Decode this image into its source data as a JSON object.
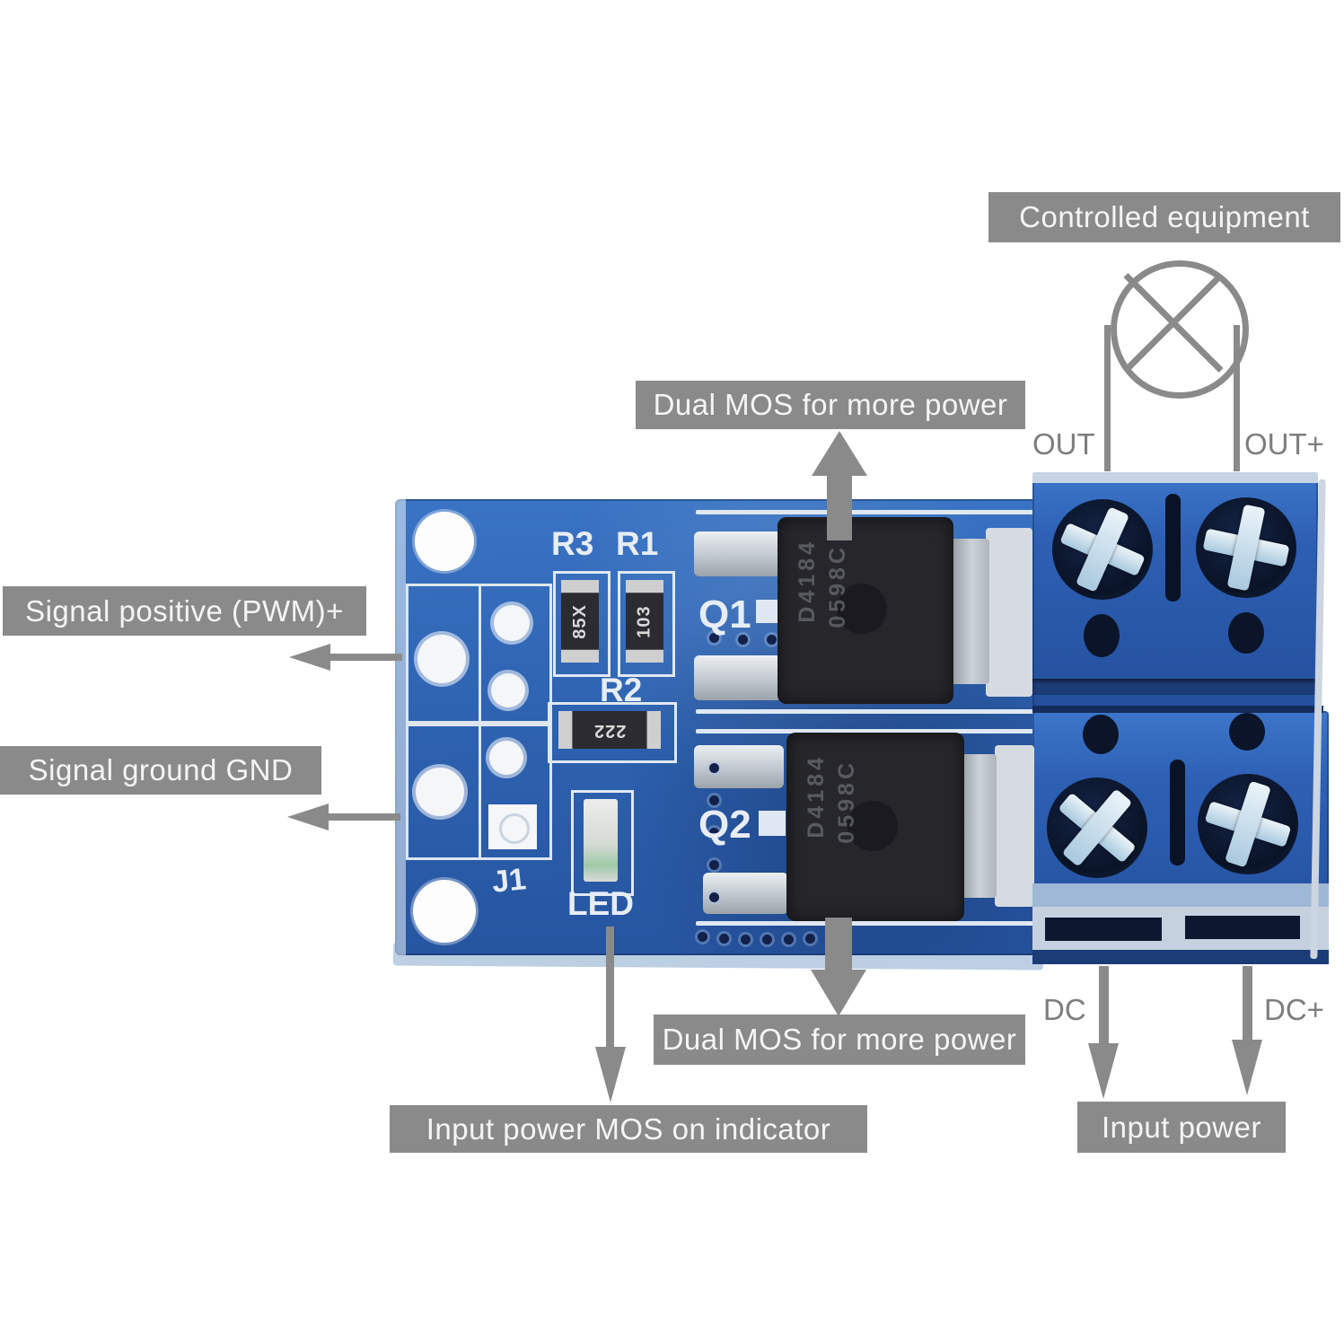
{
  "callouts": {
    "controlled_equipment": "Controlled equipment",
    "dual_mos_top": "Dual MOS for more power",
    "signal_positive": "Signal positive (PWM)+",
    "signal_ground": "Signal ground GND",
    "dual_mos_bottom": "Dual MOS for more power",
    "input_power_mos_led": "Input power MOS on indicator",
    "input_power": "Input power"
  },
  "wires": {
    "out_minus": "OUT",
    "out_plus": "OUT+",
    "dc_minus": "DC",
    "dc_plus": "DC+"
  },
  "pcb": {
    "silk": {
      "r3": "R3",
      "r1": "R1",
      "r2": "R2",
      "q1": "Q1",
      "q2": "Q2",
      "j1": "J1",
      "led": "LED"
    },
    "codes": {
      "r3": "85X",
      "r1": "103",
      "r2": "222"
    },
    "mosfet_marking_line1": "D4184",
    "mosfet_marking_line2": "0598C"
  },
  "colors": {
    "callout_bg": "#8a8a8a",
    "callout_text": "#f5f5f5",
    "arrow": "#8a8a8a",
    "wire_label": "#7d7d7d",
    "pcb_blue": "#2e63b1",
    "terminal_blue": "#2b5cab",
    "silkscreen": "#e7edf5",
    "mosfet_body": "#26262b"
  }
}
